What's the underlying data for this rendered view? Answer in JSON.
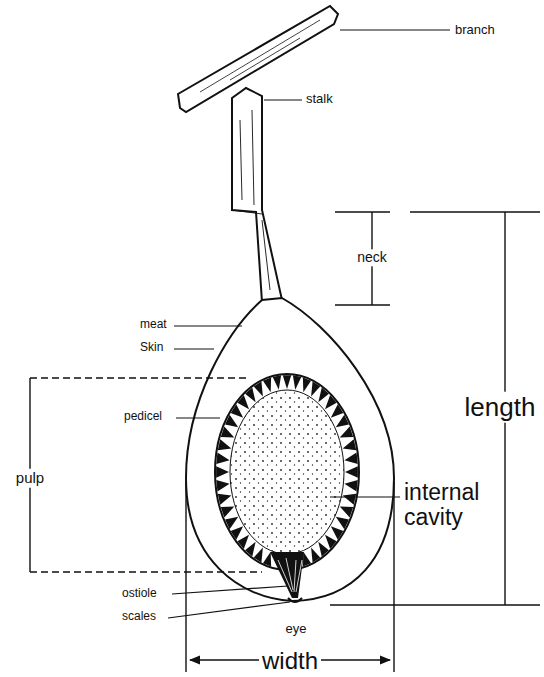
{
  "diagram": {
    "labels": [
      "branch",
      "stalk",
      "neck",
      "meat",
      "Skin",
      "length",
      "pedicel",
      "pulp",
      "internal cavity",
      "ostiole",
      "scales",
      "eye",
      "width"
    ]
  }
}
